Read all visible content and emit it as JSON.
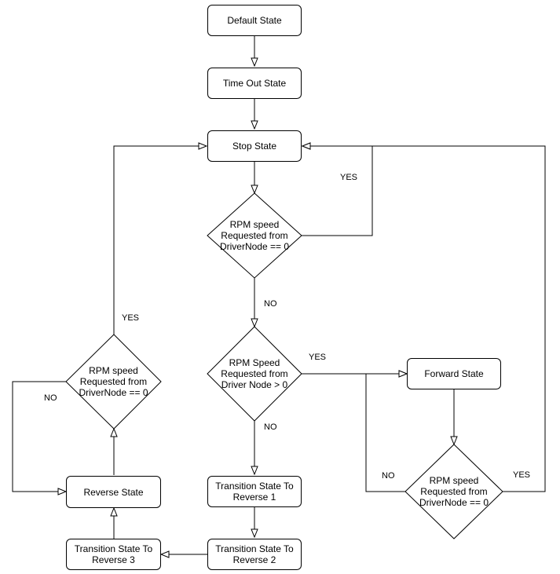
{
  "states": {
    "default": "Default State",
    "timeout": "Time Out State",
    "stop": "Stop State",
    "forward": "Forward State",
    "reverse": "Reverse State",
    "tr1": "Transition State To\nReverse 1",
    "tr2": "Transition State To\nReverse 2",
    "tr3": "Transition State To\nReverse 3"
  },
  "decisions": {
    "rpm_zero_center": "RPM speed\nRequested from\nDriverNode == 0",
    "rpm_gt_zero": "RPM Speed\nRequested from\nDriver Node > 0",
    "rpm_zero_left": "RPM speed\nRequested from\nDriverNode == 0",
    "rpm_zero_right": "RPM speed\nRequested from\nDriverNode == 0"
  },
  "edge_labels": {
    "yes_top": "YES",
    "no_center": "NO",
    "yes_forward": "YES",
    "no_tr1": "NO",
    "yes_left": "YES",
    "no_left": "NO",
    "no_right": "NO",
    "yes_right": "YES"
  }
}
